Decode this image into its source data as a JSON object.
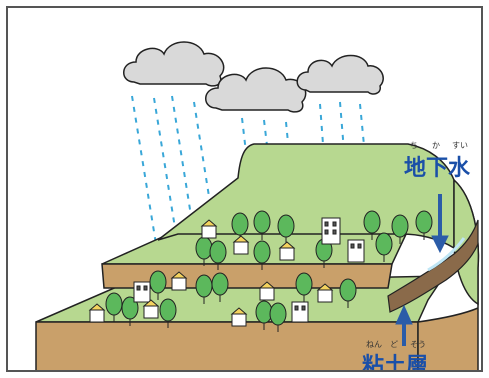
{
  "labels": {
    "groundwater": "地下水",
    "groundwater_reading": [
      "ち",
      "か",
      "すい"
    ],
    "clay_layer": "粘土層",
    "clay_layer_reading": [
      "ねん",
      "ど",
      "そう"
    ]
  },
  "colors": {
    "label_text": "#1a4fa8",
    "grass": "#b7d890",
    "soil": "#c9a06a",
    "clay": "#8a6a4a",
    "rain": "#39a7d8",
    "cloud": "#d9d9d9",
    "tree": "#5cb85c",
    "arrow": "#2b5ca8"
  },
  "icons": [
    "cloud-icon",
    "rain-drop-icon",
    "tree-icon",
    "house-icon",
    "building-icon",
    "arrow-down-icon",
    "arrow-up-icon"
  ]
}
